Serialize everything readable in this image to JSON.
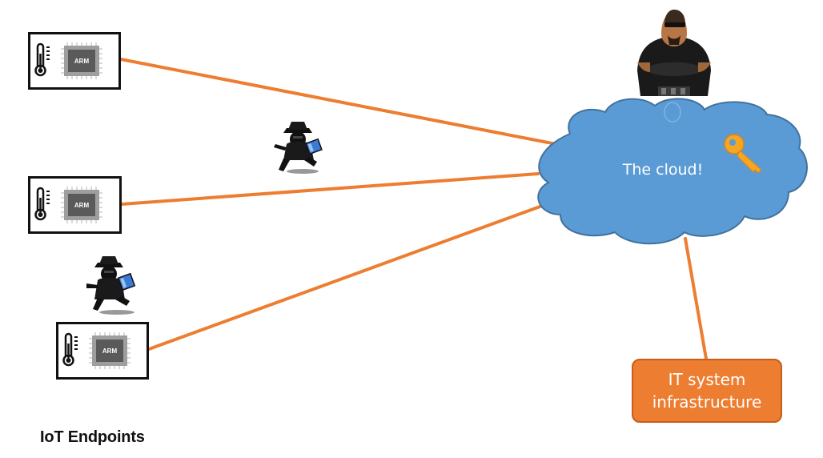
{
  "diagram": {
    "endpoints_label": "IoT Endpoints",
    "cloud_label": "The cloud!",
    "it_box_label": "IT system infrastructure",
    "chip_label": "ARM",
    "devices": [
      {
        "id": "device-1",
        "icons": [
          "thermometer-icon",
          "arm-chip-icon"
        ]
      },
      {
        "id": "device-2",
        "icons": [
          "thermometer-icon",
          "arm-chip-icon"
        ]
      },
      {
        "id": "device-3",
        "icons": [
          "thermometer-icon",
          "arm-chip-icon"
        ]
      }
    ],
    "figures": [
      "bouncer-guard-icon",
      "hacker-thief-icon",
      "hacker-thief-icon",
      "key-icon"
    ],
    "colors": {
      "connection_line": "#ed7d31",
      "cloud_fill": "#5b9bd5",
      "cloud_stroke": "#41719c",
      "it_box_fill": "#ed7d31",
      "key": "#f5a623"
    }
  }
}
